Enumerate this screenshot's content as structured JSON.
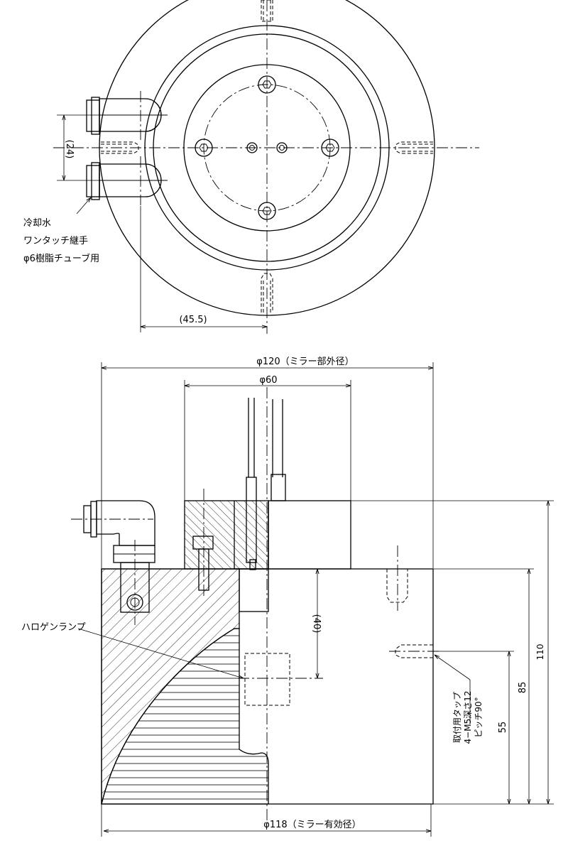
{
  "top_view": {
    "dim_24": "(24)",
    "dim_45_5": "(45.5)",
    "callout_line1": "冷却水",
    "callout_line2": "ワンタッチ継手",
    "callout_line3": "φ6樹脂チューブ用"
  },
  "side_view": {
    "dim_phi120": "φ120（ミラー部外径）",
    "dim_phi60": "φ60",
    "dim_40": "(40)",
    "dim_110": "110",
    "dim_85": "85",
    "dim_55": "55",
    "dim_phi118": "φ118（ミラー有効径）",
    "halogen_label": "ハロゲンランプ",
    "tap_line1": "取付用タップ",
    "tap_line2": "4−M5深さ12",
    "tap_line3": "ピッチ90°"
  }
}
